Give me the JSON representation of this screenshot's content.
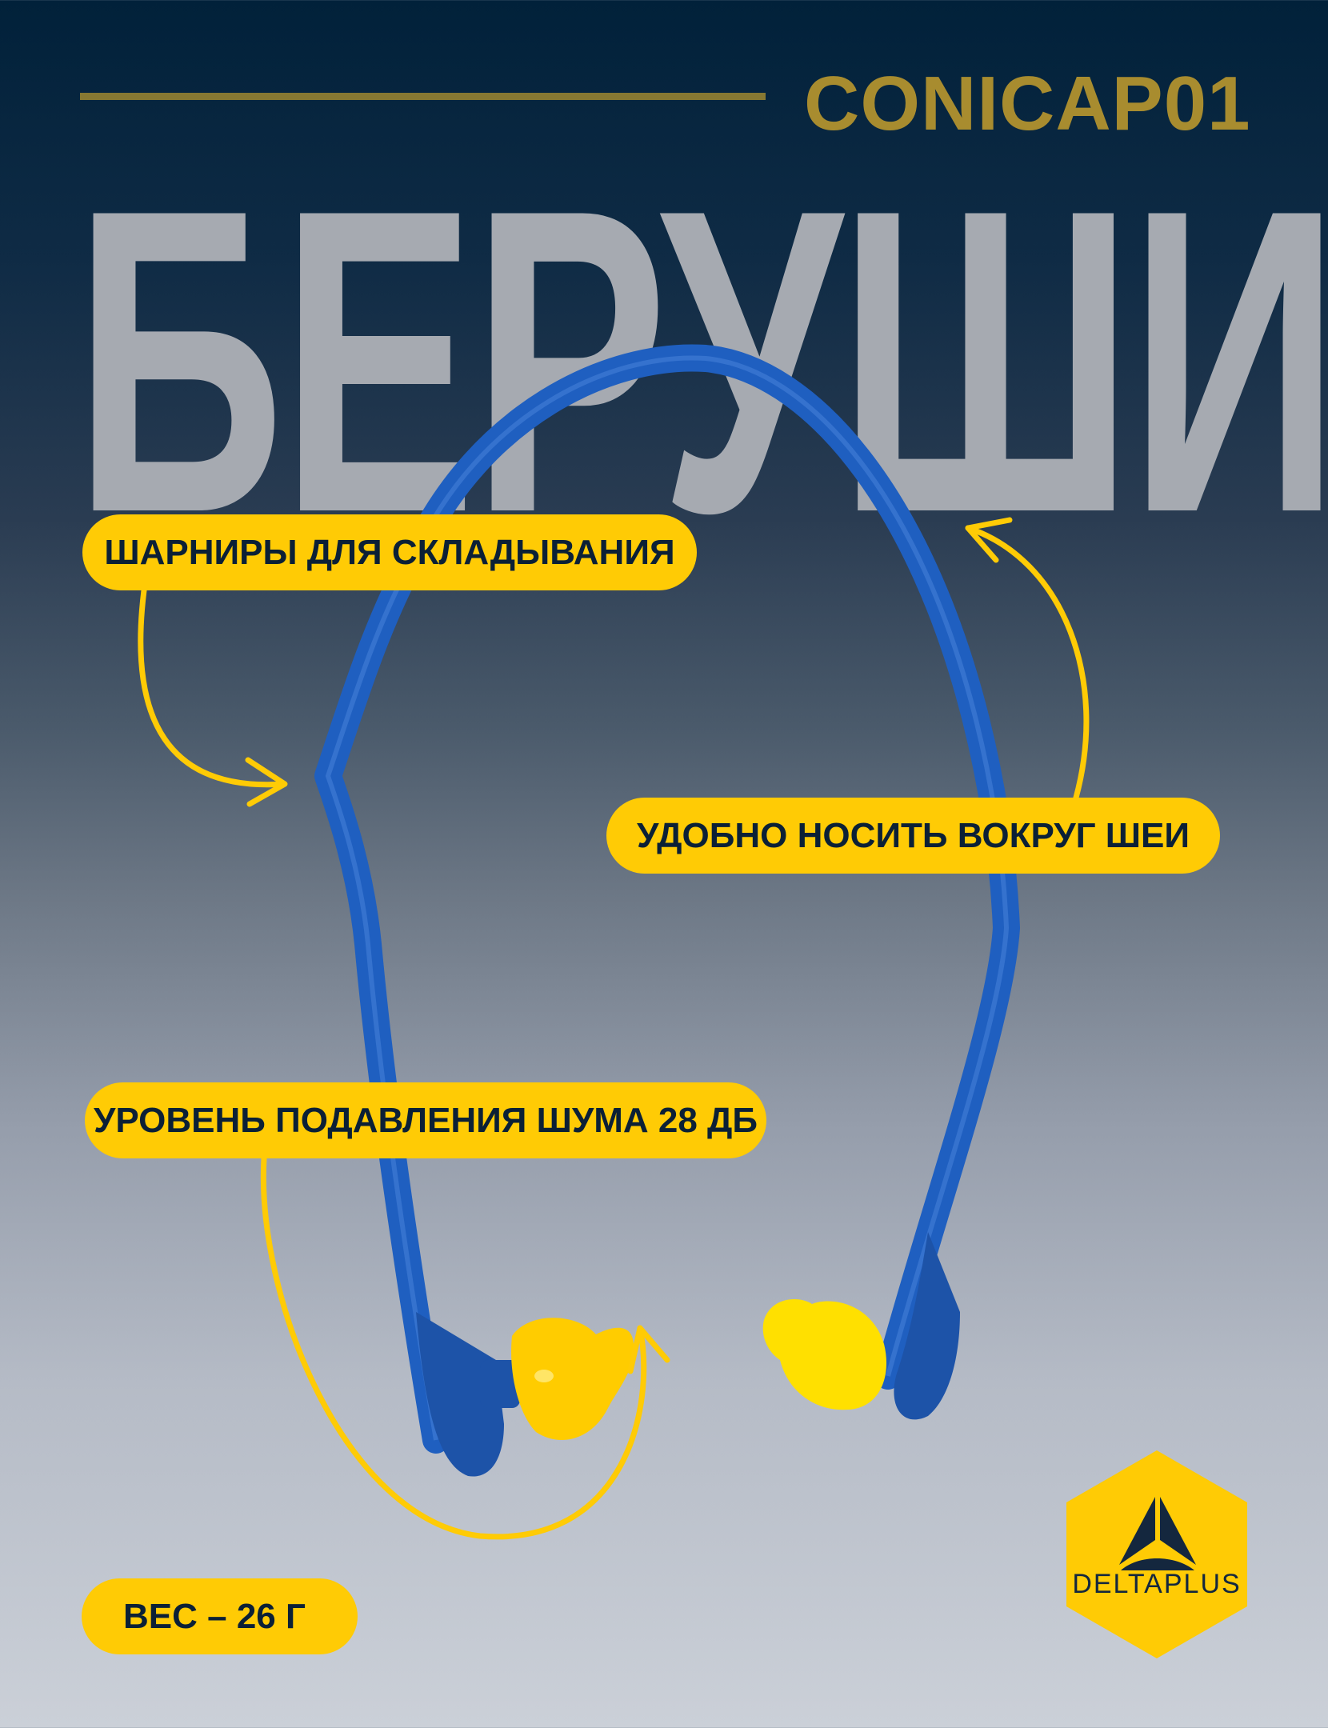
{
  "header": {
    "model": "CONICAP01",
    "title": "БЕРУШИ"
  },
  "features": [
    {
      "label": "ШАРНИРЫ ДЛЯ СКЛАДЫВАНИЯ"
    },
    {
      "label": "УДОБНО НОСИТЬ ВОКРУГ ШЕИ"
    },
    {
      "label": "УРОВЕНЬ ПОДАВЛЕНИЯ ШУМА 28 ДБ"
    },
    {
      "label": "ВЕС – 26 Г"
    }
  ],
  "brand": {
    "name": "DELTAPLUS",
    "icon": "delta-triangle-icon"
  },
  "colors": {
    "accent_yellow": "#ffcb05",
    "gold": "#a88c2f",
    "title_gray": "#a6aab1",
    "text_dark": "#0b2036",
    "band_blue": "#1f5fc0",
    "background_top": "#01213a"
  }
}
